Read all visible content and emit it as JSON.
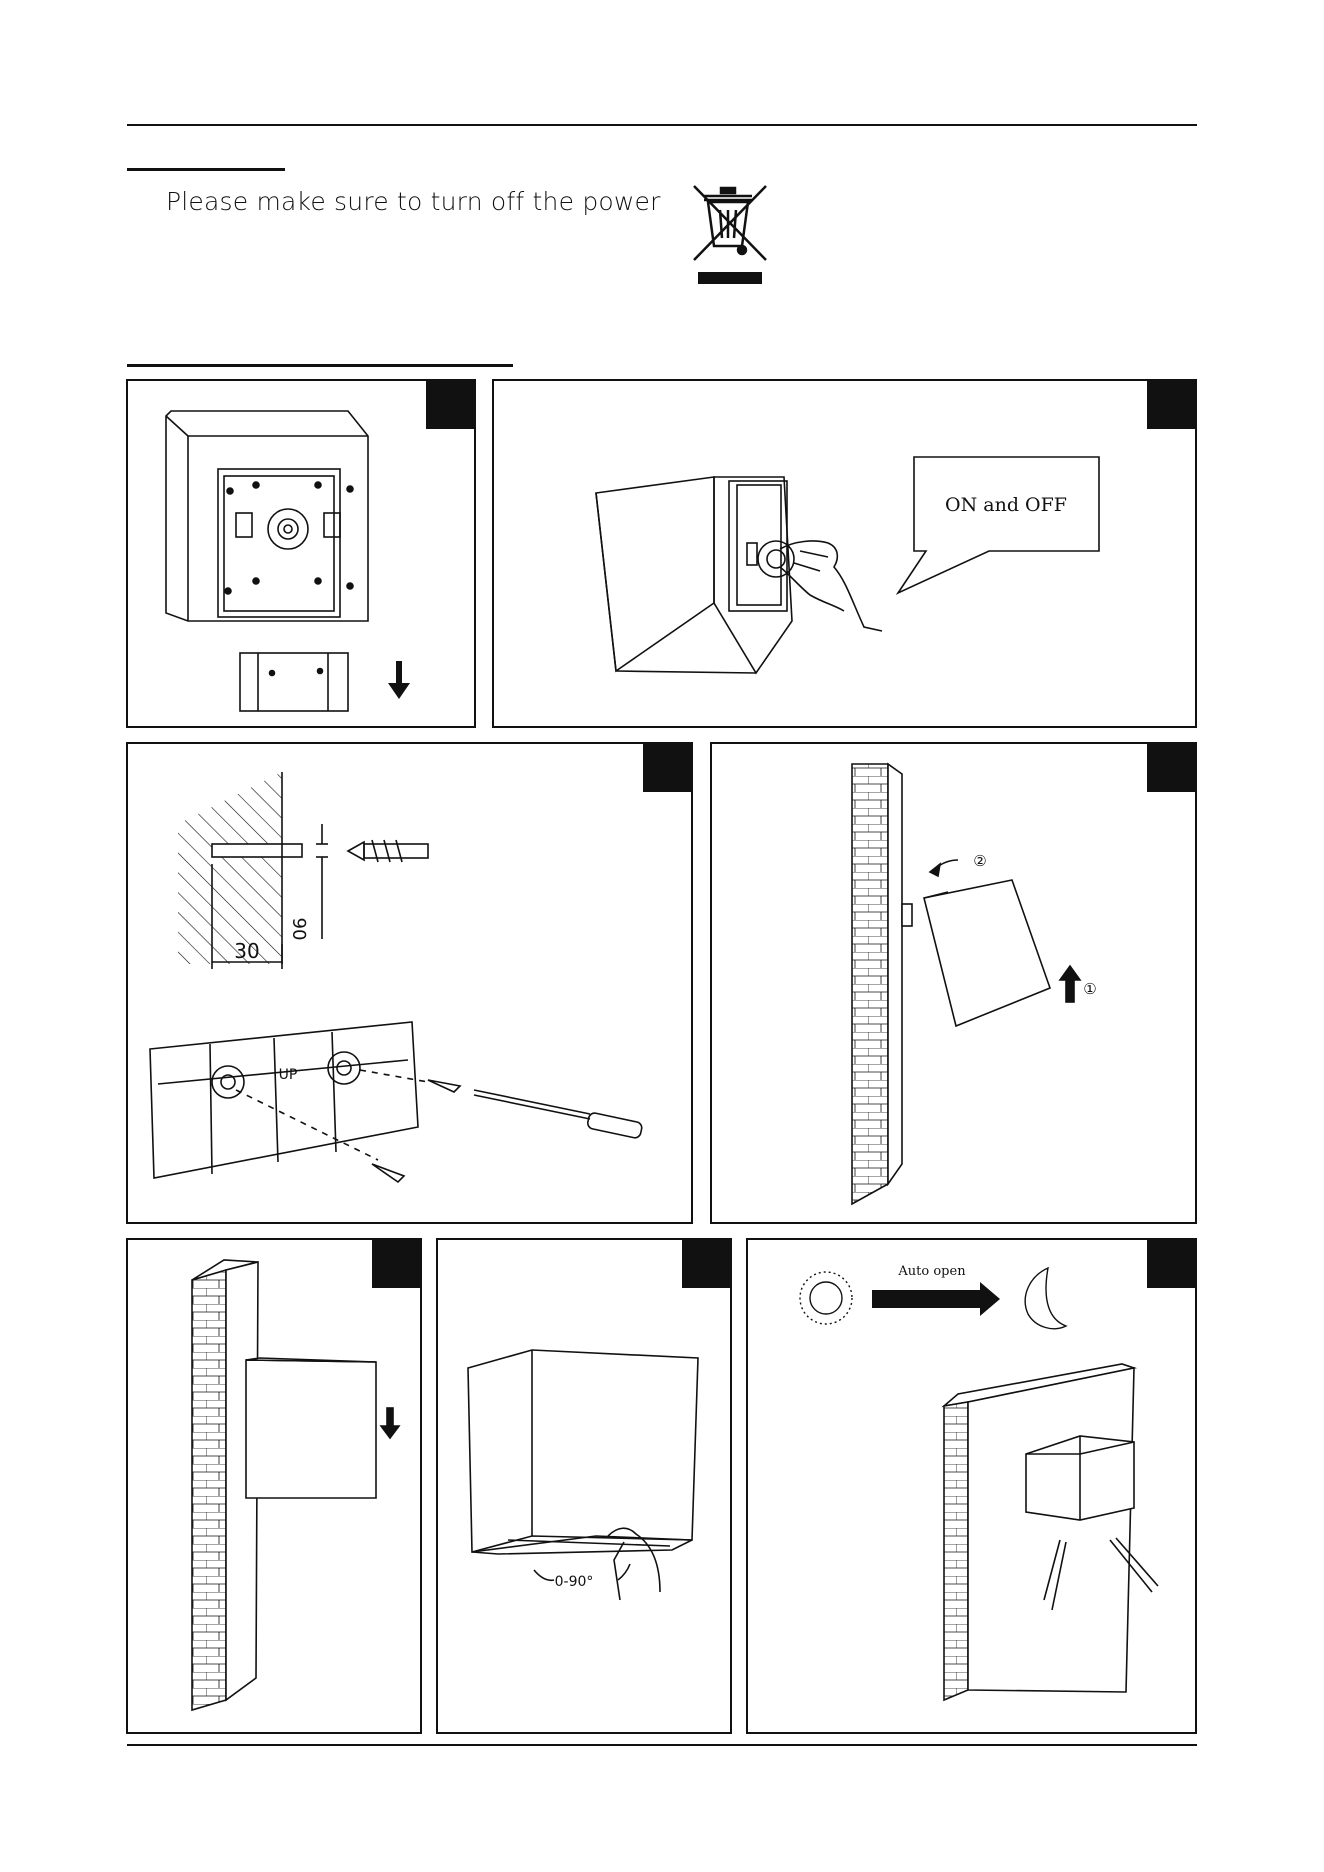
{
  "header": {
    "warning_text": "Please make sure to turn off the power"
  },
  "panels": {
    "p2": {
      "callout_text": "ON and OFF"
    },
    "p3": {
      "dim_diameter": "06",
      "dim_depth": "30",
      "bracket_label": "UP"
    },
    "p4": {
      "step1": "①",
      "step2": "②"
    },
    "p6": {
      "angle_label": "0-90°"
    },
    "p7": {
      "auto_label": "Auto open"
    }
  },
  "icons": {
    "weee": "crossed-out-wheelie-bin-icon"
  },
  "colors": {
    "ink": "#111111",
    "paper": "#ffffff"
  }
}
